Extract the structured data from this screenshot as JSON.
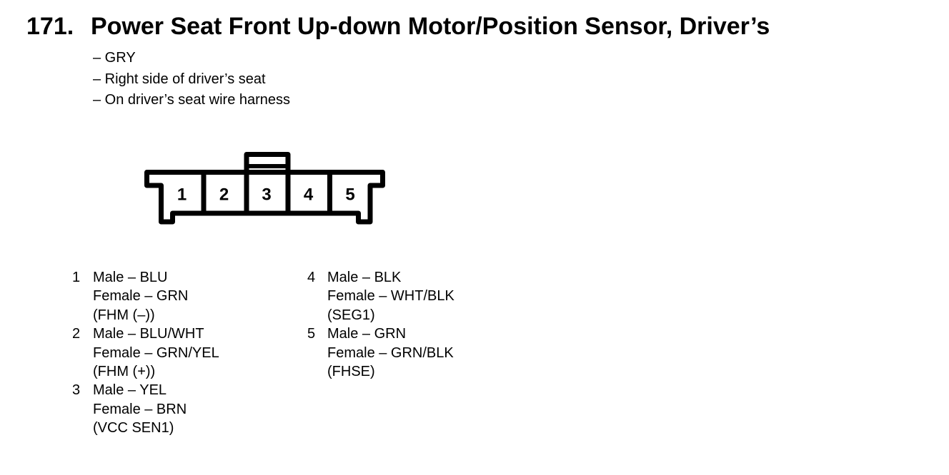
{
  "page": {
    "paper_color": "#ffffff",
    "ink_color": "#000000"
  },
  "header": {
    "item_number": "171.",
    "title": "Power Seat Front Up-down Motor/Position Sensor, Driver’s",
    "notes": [
      "– GRY",
      "– Right side of driver’s seat",
      "– On driver’s seat wire harness"
    ]
  },
  "connector": {
    "pin_labels": [
      "1",
      "2",
      "3",
      "4",
      "5"
    ]
  },
  "legend": {
    "columns": [
      {
        "entries": [
          {
            "num": "1",
            "lines": [
              "Male – BLU",
              "Female – GRN",
              "(FHM (–))"
            ]
          },
          {
            "num": "2",
            "lines": [
              "Male – BLU/WHT",
              "Female – GRN/YEL",
              "(FHM (+))"
            ]
          },
          {
            "num": "3",
            "lines": [
              "Male – YEL",
              "Female – BRN",
              "(VCC SEN1)"
            ]
          }
        ]
      },
      {
        "entries": [
          {
            "num": "4",
            "lines": [
              "Male – BLK",
              "Female – WHT/BLK",
              "(SEG1)"
            ]
          },
          {
            "num": "5",
            "lines": [
              "Male – GRN",
              "Female – GRN/BLK",
              "(FHSE)"
            ]
          }
        ]
      }
    ]
  }
}
